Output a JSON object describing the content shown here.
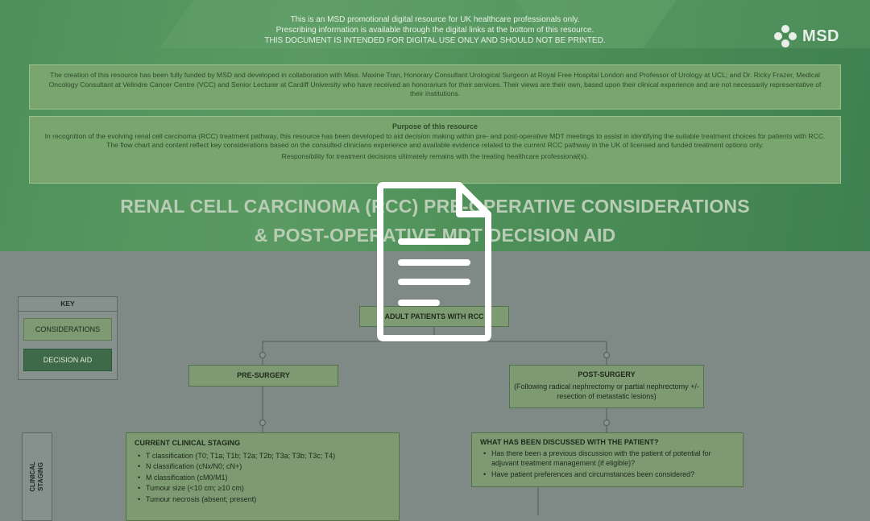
{
  "notice": {
    "line1": "This is an MSD promotional digital resource for UK healthcare professionals only.",
    "line2": "Prescribing information is available through the digital links at the bottom of this resource.",
    "line3": "THIS DOCUMENT IS INTENDED FOR DIGITAL USE ONLY AND SHOULD NOT BE PRINTED."
  },
  "logo": {
    "text": "MSD",
    "icon": "msd-logo-icon"
  },
  "funding": {
    "text": "The creation of this resource has been fully funded by MSD and developed in collaboration with Miss. Maxine Tran, Honorary Consultant Urological Surgeon at Royal Free Hospital London and Professor of Urology at UCL; and Dr. Ricky Frazer, Medical Oncology Consultant at Velindre Cancer Centre (VCC) and Senior Lecturer at Cardiff University who have received an honorarium for their services. Their views are their own, based upon their clinical experience and are not necessarily representative of their institutions."
  },
  "purpose": {
    "title": "Purpose of this resource",
    "body": "In recognition of the evolving renal cell carcinoma (RCC) treatment pathway, this resource has been developed to aid decision making within pre- and post-operative MDT meetings to assist in identifying the suitable treatment choices for patients with RCC. The flow chart and content reflect key considerations based on the consulted clinicians experience and available evidence related to the current RCC pathway in the UK of licensed and funded treatment options only.",
    "responsibility": "Responsibility for treatment decisions ultimately remains with the treating healthcare professional(s)."
  },
  "title": {
    "line1": "RENAL CELL CARCINOMA (RCC) PRE-OPERATIVE CONSIDERATIONS",
    "line2": "& POST-OPERATIVE MDT DECISION AID"
  },
  "key": {
    "heading": "KEY",
    "considerations": "CONSIDERATIONS",
    "decision_aid": "DECISION AID"
  },
  "flow": {
    "adult": "ADULT PATIENTS WITH RCC",
    "pre": "PRE-SURGERY",
    "post_title": "POST-SURGERY",
    "post_sub": "(Following radical nephrectomy or partial nephrectomy +/- resection of metastatic lesions)",
    "side_label_1": "CLINICAL",
    "side_label_2": "STAGING",
    "staging": {
      "title": "CURRENT CLINICAL STAGING",
      "items": [
        "T classification (T0; T1a; T1b; T2a; T2b; T3a; T3b; T3c; T4)",
        "N classification (cNx/N0; cN+)",
        "M classification (cM0/M1)",
        "Tumour size (<10 cm; ≥10 cm)",
        "Tumour necrosis (absent; present)"
      ]
    },
    "discussed": {
      "title": "WHAT HAS BEEN DISCUSSED WITH THE PATIENT?",
      "items": [
        "Has there been a previous discussion with the patient of potential for adjuvant treatment management (if eligible)?",
        "Have patient preferences and circumstances been considered?"
      ]
    }
  },
  "overlay": {
    "icon": "document-icon"
  },
  "colors": {
    "header_green": "#4f8f5a",
    "panel_green": "#78a66e",
    "lower_bg": "#7f8a86",
    "decision_green": "#3f6a49"
  }
}
